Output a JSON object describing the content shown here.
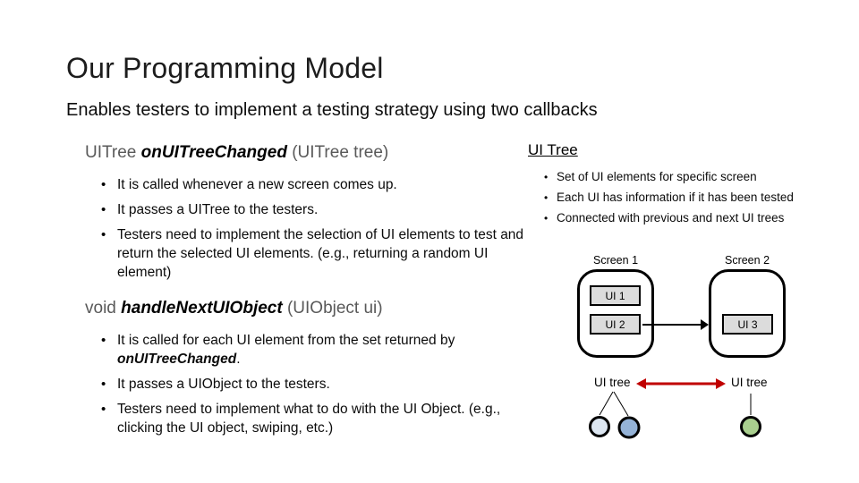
{
  "slide": {
    "title": "Our Programming Model",
    "subtitle": "Enables testers to implement a testing strategy using two callbacks"
  },
  "bullet_char": "•",
  "colors": {
    "red_arrow": "#c00000",
    "black_arrow": "#000000",
    "tree_edge": "#000000",
    "node_stroke": "#000000",
    "node_light_blue": "#dce6f1",
    "node_blue": "#95b3d7",
    "node_green": "#a9cf8e",
    "ui_box_fill": "#dcdcdc"
  },
  "left": {
    "section1": {
      "sig_pre": "UITree ",
      "sig_emph": "onUITreeChanged",
      "sig_post": " (UITree tree)",
      "bullets": [
        {
          "pre": "It is called whenever a new screen comes up.",
          "emph": "",
          "post": ""
        },
        {
          "pre": "It passes a UITree to the testers.",
          "emph": "",
          "post": ""
        },
        {
          "pre": "Testers need to implement the selection of UI elements to test and return the selected UI elements. (e.g., returning a random UI element)",
          "emph": "",
          "post": ""
        }
      ]
    },
    "section2": {
      "sig_pre": "void ",
      "sig_emph": "handleNextUIObject",
      "sig_post": " (UIObject ui)",
      "bullets": [
        {
          "pre": "It is called for each UI element from the set returned by ",
          "emph": "onUITreeChanged",
          "post": "."
        },
        {
          "pre": "It passes a UIObject to the testers.",
          "emph": "",
          "post": ""
        },
        {
          "pre": "Testers need to implement what to do with the UI Object. (e.g., clicking the UI object, swiping, etc.)",
          "emph": "",
          "post": ""
        }
      ]
    }
  },
  "right": {
    "heading": "UI Tree",
    "bullets": [
      "Set of UI elements for specific screen",
      "Each UI has information if it has been tested",
      "Connected with previous and next UI trees"
    ],
    "diagram": {
      "screen1_label": "Screen 1",
      "screen2_label": "Screen 2",
      "ui1_label": "UI 1",
      "ui2_label": "UI 2",
      "ui3_label": "UI 3",
      "uitree_left_label": "UI tree",
      "uitree_right_label": "UI tree"
    }
  }
}
